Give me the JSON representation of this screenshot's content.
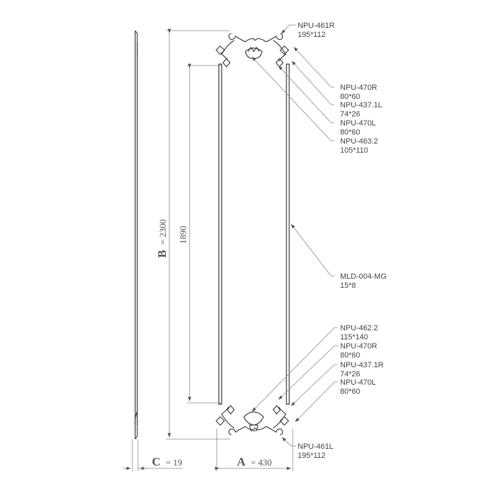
{
  "dimensions": {
    "a": {
      "letter": "A",
      "value": "= 430"
    },
    "b": {
      "letter": "B",
      "value": "= 2300"
    },
    "c": {
      "letter": "C",
      "value": "= 19"
    },
    "inner_height": "1890"
  },
  "callouts": [
    {
      "code": "NPU-461R",
      "size": "195*112"
    },
    {
      "code": "NPU-470R",
      "size": "80*60"
    },
    {
      "code": "NPU-437.1L",
      "size": "74*26"
    },
    {
      "code": "NPU-470L",
      "size": "80*60"
    },
    {
      "code": "NPU-463.2",
      "size": "105*110"
    },
    {
      "code": "MLD-004-MG",
      "size": "15*8"
    },
    {
      "code": "NPU-462.2",
      "size": "115*140"
    },
    {
      "code": "NPU-470R",
      "size": "80*60"
    },
    {
      "code": "NPU-437.1R",
      "size": "74*26"
    },
    {
      "code": "NPU-470L",
      "size": "80*60"
    },
    {
      "code": "NPU-461L",
      "size": "195*112"
    }
  ]
}
